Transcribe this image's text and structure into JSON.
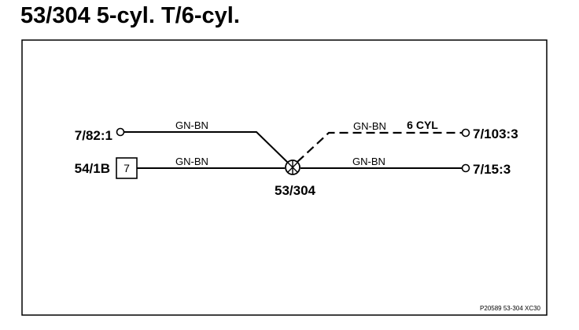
{
  "title": "53/304 5-cyl. T/6-cyl.",
  "terminals": {
    "left_top": "7/82:1",
    "left_bottom": "54/1B",
    "right_top": "7/103:3",
    "right_bottom": "7/15:3"
  },
  "connector_box_label": "7",
  "wires": {
    "left_top": "GN-BN",
    "left_bottom": "GN-BN",
    "right_top": "GN-BN",
    "right_bottom": "GN-BN"
  },
  "optional_note": "6 CYL",
  "splice_label": "53/304",
  "reference_code": "P20589 53-304 XC30"
}
